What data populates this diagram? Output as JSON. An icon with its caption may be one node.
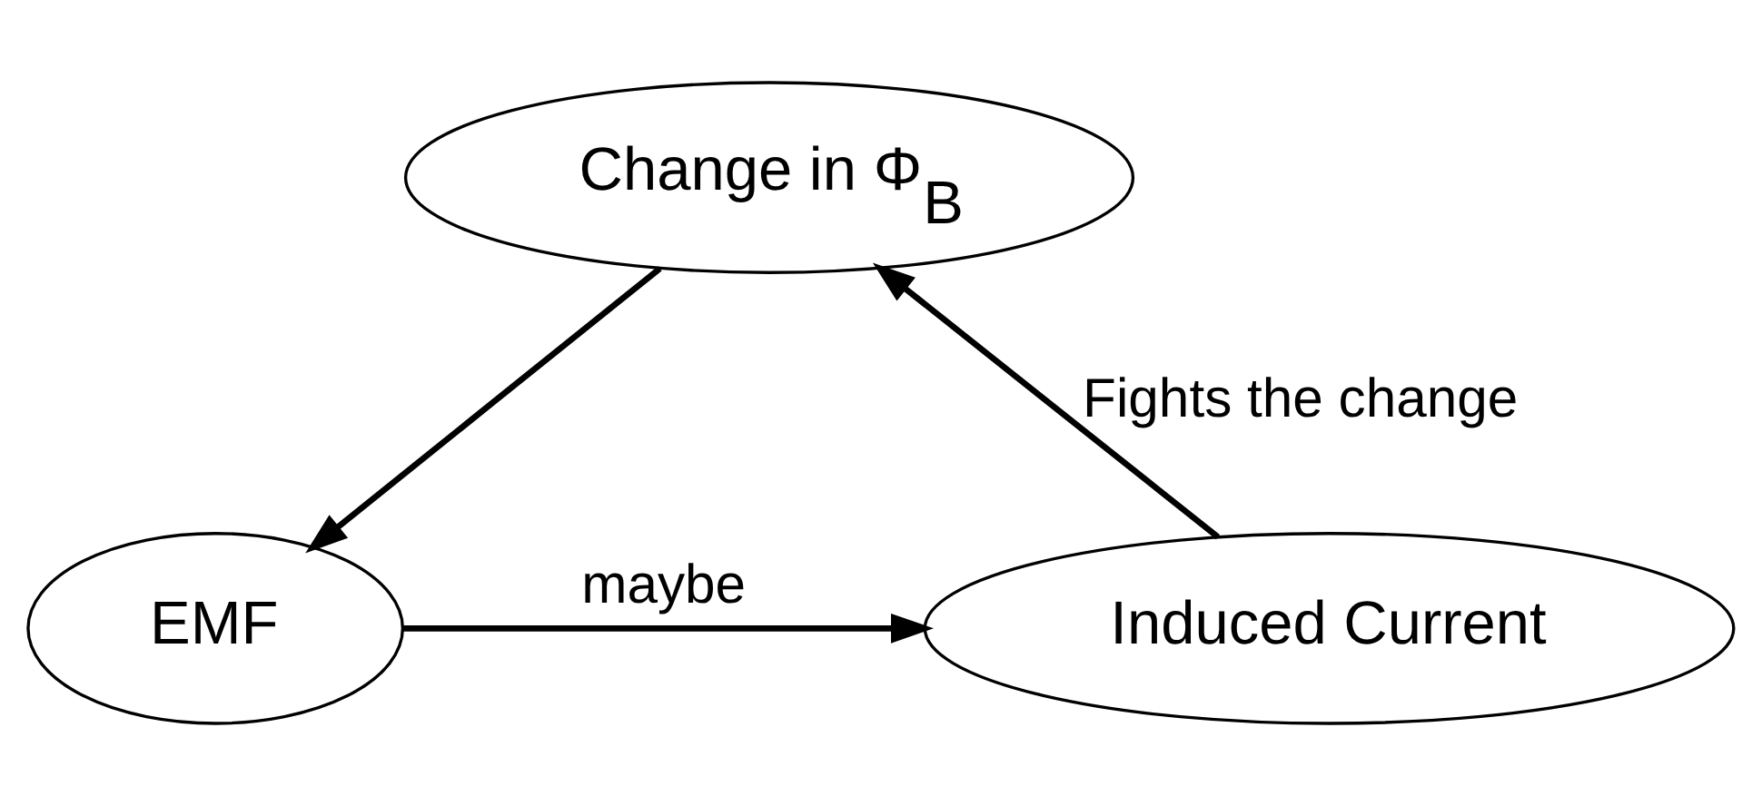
{
  "diagram": {
    "nodes": [
      {
        "text": [
          "Change in Φ$_{B}$"
        ]
      },
      {
        "text": [
          "EMF"
        ]
      },
      {
        "text": [
          "Induced Current"
        ]
      }
    ],
    "edges": [
      {
        "from": 2,
        "to": 0,
        "arrow": "to",
        "label": "Fights the change"
      },
      {
        "from": 0,
        "to": 1,
        "arrow": "to"
      },
      {
        "from": 1,
        "to": 2,
        "arrow": "to",
        "label": "maybe"
      }
    ]
  }
}
